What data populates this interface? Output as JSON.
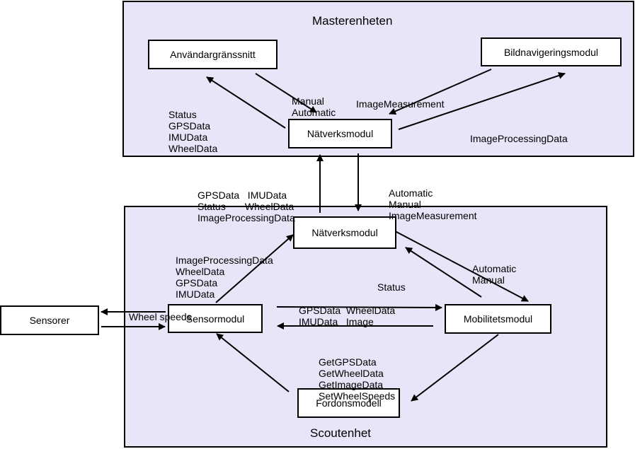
{
  "groups": {
    "master": "Masterenheten",
    "scout": "Scoutenhet"
  },
  "nodes": {
    "anvandargranssnitt": "Användargränssnitt",
    "bildnavigeringsmodul": "Bildnavigeringsmodul",
    "natverksmodul_master": "Nätverksmodul",
    "natverksmodul_scout": "Nätverksmodul",
    "sensorer": "Sensorer",
    "sensormodul": "Sensormodul",
    "mobilitetsmodul": "Mobilitetsmodul",
    "fordonsmodell": "Fordonsmodell"
  },
  "labels": {
    "nat_to_anv": [
      "Status",
      "GPSData",
      "IMUData",
      "WheelData"
    ],
    "anv_to_nat": [
      "Manual",
      "Automatic"
    ],
    "bild_to_nat": [
      "ImageMeasurement"
    ],
    "nat_to_bild": [
      "ImageProcessingData"
    ],
    "scout_to_master": [
      "GPSData   IMUData",
      "Status       WheelData",
      "ImageProcessingData"
    ],
    "master_to_scout": [
      "Automatic",
      "Manual",
      "ImageMeasurement"
    ],
    "sensor_to_nat": [
      "ImageProcessingData",
      "WheelData",
      "GPSData",
      "IMUData"
    ],
    "nat_to_mob": [
      "Automatic",
      "Manual"
    ],
    "mob_to_nat": [
      "Status"
    ],
    "sensor_to_sensorer": [
      "Wheel speeds"
    ],
    "sensor_to_mob": [
      "GPSData  WheelData",
      "IMUData   Image"
    ],
    "mob_to_sensor": [
      "GetGPSData",
      "GetWheelData",
      "GetImageData",
      "SetWheelSpeeds"
    ]
  }
}
